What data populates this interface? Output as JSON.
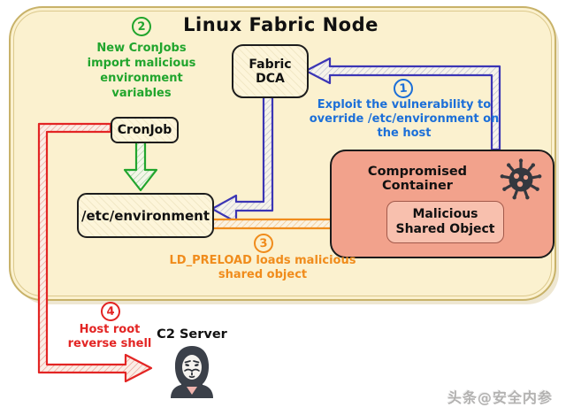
{
  "diagram": {
    "title": "Linux Fabric Node",
    "nodes": {
      "fabric_dca": {
        "label": "Fabric DCA"
      },
      "cronjob": {
        "label": "CronJob"
      },
      "etc_environment": {
        "label": "/etc/environment"
      },
      "compromised_container": {
        "label": "Compromised Container"
      },
      "malicious_shared_object": {
        "label": "Malicious Shared Object"
      },
      "c2_server": {
        "label": "C2 Server"
      }
    },
    "steps": [
      {
        "number": "1",
        "color": "#1c6fd8",
        "lines": [
          "Exploit the vulnerability to",
          "override /etc/environment on",
          "the host"
        ]
      },
      {
        "number": "2",
        "color": "#21a52d",
        "lines": [
          "New CronJobs",
          "import malicious",
          "environment",
          "variables"
        ]
      },
      {
        "number": "3",
        "color": "#f08c1c",
        "lines": [
          "LD_PRELOAD loads malicious",
          "shared object"
        ]
      },
      {
        "number": "4",
        "color": "#e32524",
        "lines": [
          "Host root",
          "reverse shell"
        ]
      }
    ],
    "icons": {
      "virus": "virus-icon",
      "hacker": "anonymous-mask-icon"
    },
    "colors": {
      "blue": "#3b35b5",
      "blue_text": "#1c6fd8",
      "green": "#21a52d",
      "orange": "#f08c1c",
      "red": "#e32524",
      "node_fill": "#fbf1cf",
      "node_border": "#c8b269",
      "box_fill": "#fdf5da",
      "box_border": "#1d1d1d",
      "container_fill": "#f2a28c",
      "malicious_fill": "#f8c0ae",
      "icon_dark": "#35383f"
    },
    "watermark": "头条@安全内参"
  }
}
